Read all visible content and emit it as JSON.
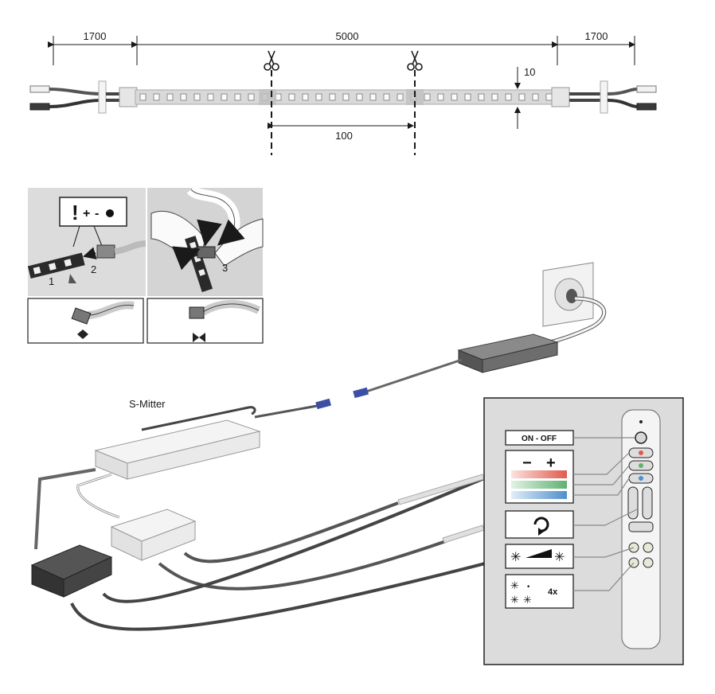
{
  "dimensions": {
    "left_lead": "1700",
    "strip_length": "5000",
    "right_lead": "1700",
    "cut_interval": "100",
    "strip_width": "10"
  },
  "install_steps": {
    "step1": "1",
    "step2": "2",
    "step3": "3",
    "polarity_symbol": "!",
    "polarity_plus": "+",
    "polarity_minus": "-"
  },
  "components": {
    "transmitter_label": "S-Mitter"
  },
  "remote_panel": {
    "on_off_label": "ON - OFF",
    "minus_symbol": "−",
    "plus_symbol": "+",
    "multiplier_label": "4x",
    "colors": {
      "red": "#e05a4e",
      "green": "#5fb072",
      "blue": "#4f8fca"
    }
  },
  "icons": {
    "scissors": "scissors-icon",
    "cycle": "cycle-arrow-icon",
    "brightness": "brightness-ramp-icon",
    "scenes": "scene-memory-icon"
  }
}
